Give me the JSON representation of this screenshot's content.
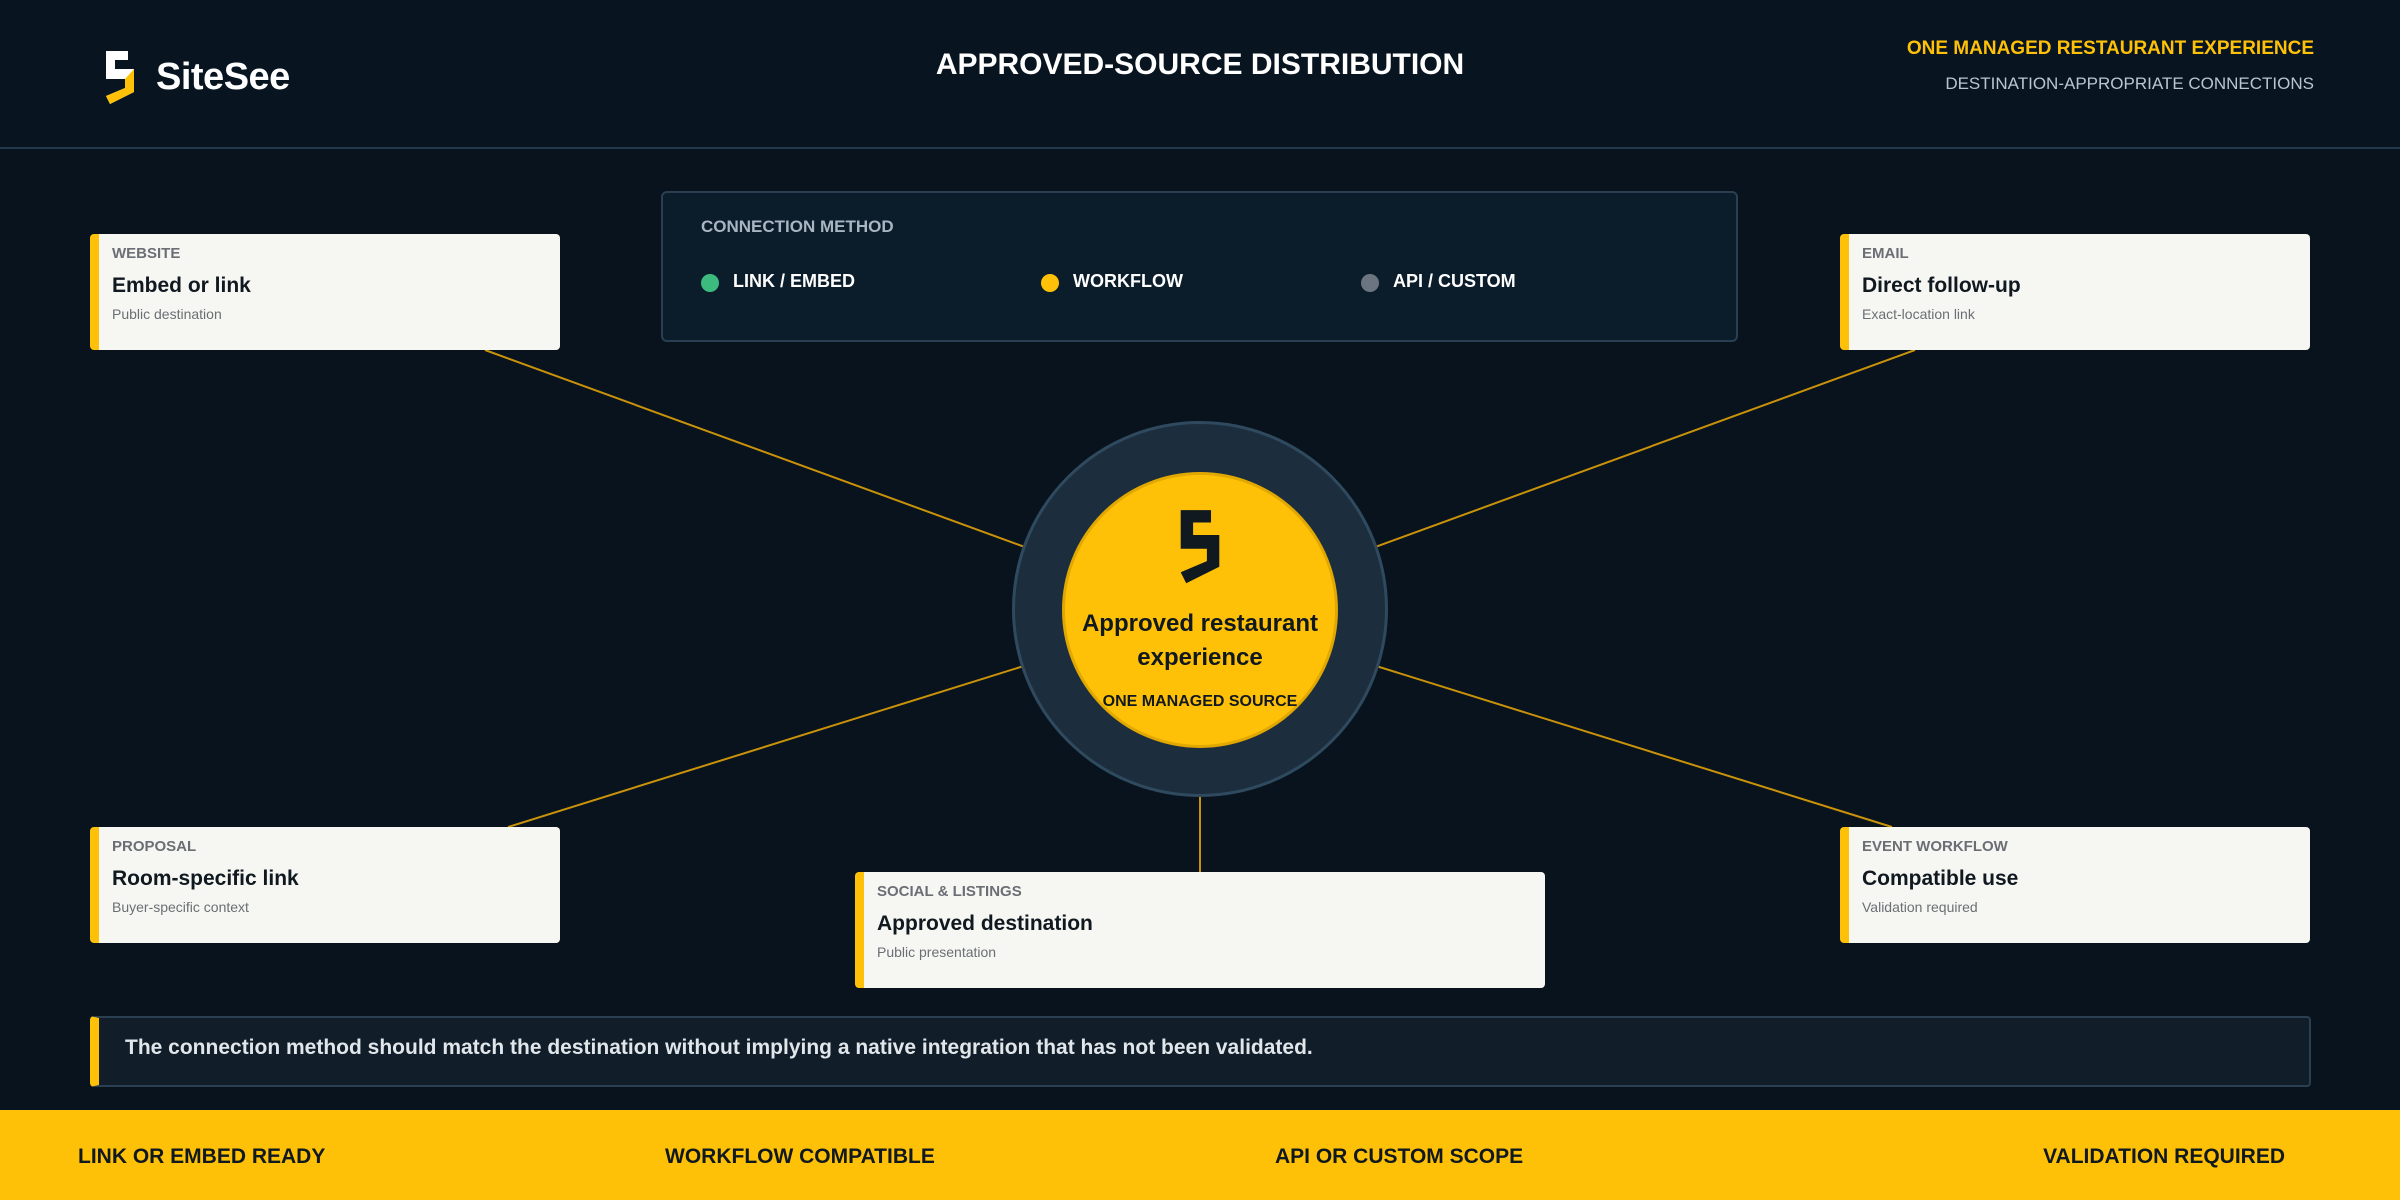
{
  "header": {
    "logo_text": "SiteSee",
    "title": "APPROVED-SOURCE DISTRIBUTION",
    "tagline": "ONE MANAGED RESTAURANT EXPERIENCE",
    "subtagline": "DESTINATION-APPROPRIATE CONNECTIONS"
  },
  "legend": {
    "title": "CONNECTION METHOD",
    "items": [
      {
        "label": "LINK / EMBED",
        "color": "#3dbb7e"
      },
      {
        "label": "WORKFLOW",
        "color": "#ffc107"
      },
      {
        "label": "API / CUSTOM",
        "color": "#6b7580"
      }
    ]
  },
  "hub": {
    "title": "Approved restaurant experience",
    "subtitle": "ONE MANAGED SOURCE"
  },
  "destinations": {
    "website": {
      "kicker": "WEBSITE",
      "title": "Embed or link",
      "subtitle": "Public destination"
    },
    "email": {
      "kicker": "EMAIL",
      "title": "Direct follow-up",
      "subtitle": "Exact-location link"
    },
    "proposal": {
      "kicker": "PROPOSAL",
      "title": "Room-specific link",
      "subtitle": "Buyer-specific context"
    },
    "social": {
      "kicker": "SOCIAL & LISTINGS",
      "title": "Approved destination",
      "subtitle": "Public presentation"
    },
    "event": {
      "kicker": "EVENT WORKFLOW",
      "title": "Compatible use",
      "subtitle": "Validation required"
    }
  },
  "note": "The connection method should match the destination without implying a native integration that has not been validated.",
  "footer": {
    "items": [
      "LINK OR EMBED READY",
      "WORKFLOW COMPATIBLE",
      "API OR CUSTOM SCOPE",
      "VALIDATION REQUIRED"
    ]
  },
  "colors": {
    "accent": "#ffc107",
    "background": "#08131e",
    "connector": "#c9920a"
  }
}
